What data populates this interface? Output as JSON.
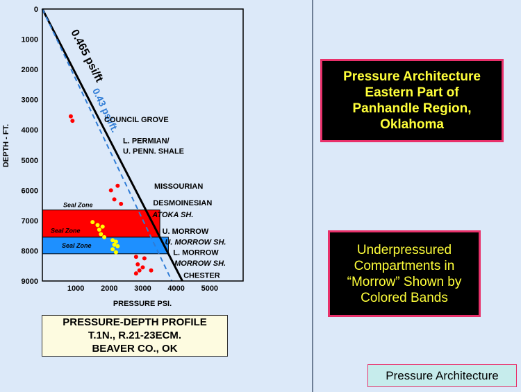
{
  "chart_data": {
    "type": "scatter",
    "xlabel": "PRESSURE PSI.",
    "ylabel": "DEPTH - FT.",
    "xlim": [
      0,
      6000
    ],
    "ylim": [
      0,
      9000
    ],
    "y_inverted": true,
    "x_ticks": [
      "1000",
      "2000",
      "3000",
      "4000",
      "5000"
    ],
    "y_ticks": [
      "0",
      "1000",
      "2000",
      "3000",
      "4000",
      "5000",
      "6000",
      "7000",
      "8000",
      "9000"
    ],
    "gradient_lines": [
      {
        "label": "0.465 psi/ft",
        "gradient": 0.465,
        "style": "solid",
        "color": "#000000"
      },
      {
        "label": "0.43 psi/ft.",
        "gradient": 0.43,
        "style": "dashed",
        "color": "#2f7cd6"
      }
    ],
    "seal_bands": [
      {
        "label": "Seal Zone",
        "depth_top": 6650,
        "depth_bottom": 7550,
        "color": "#ff0000"
      },
      {
        "label": "Seal Zone",
        "depth_top": 7550,
        "depth_bottom": 8100,
        "color": "#1e90ff"
      }
    ],
    "formations": [
      {
        "name": "COUNCIL GROVE",
        "depth": 3650,
        "italic": false
      },
      {
        "name": "L. PERMIAN/",
        "depth": 4350,
        "italic": false
      },
      {
        "name": "U. PENN. SHALE",
        "depth": 4700,
        "italic": false
      },
      {
        "name": "MISSOURIAN",
        "depth": 5850,
        "italic": false
      },
      {
        "name": "DESMOINESIAN",
        "depth": 6400,
        "italic": false
      },
      {
        "name": "ATOKA SH.",
        "depth": 6800,
        "italic": true
      },
      {
        "name": "U. MORROW",
        "depth": 7350,
        "italic": false
      },
      {
        "name": "U. MORROW SH.",
        "depth": 7700,
        "italic": true
      },
      {
        "name": "L. MORROW",
        "depth": 8050,
        "italic": false
      },
      {
        "name": "MORROW SH.",
        "depth": 8400,
        "italic": true
      },
      {
        "name": "CHESTER",
        "depth": 8800,
        "italic": false
      }
    ],
    "series": [
      {
        "color": "#ff0000",
        "points": [
          [
            850,
            3550
          ],
          [
            900,
            3700
          ],
          [
            2050,
            6000
          ],
          [
            2250,
            5850
          ],
          [
            2150,
            6300
          ],
          [
            2350,
            6450
          ],
          [
            2800,
            8200
          ],
          [
            3050,
            8250
          ],
          [
            2850,
            8450
          ],
          [
            3000,
            8550
          ],
          [
            2900,
            8650
          ],
          [
            3250,
            8650
          ],
          [
            2800,
            8750
          ]
        ]
      },
      {
        "color": "#ffff00",
        "points": [
          [
            1500,
            7050
          ],
          [
            1650,
            7150
          ],
          [
            1800,
            7200
          ],
          [
            1700,
            7300
          ],
          [
            1750,
            7450
          ],
          [
            1850,
            7550
          ],
          [
            2100,
            7650
          ],
          [
            2200,
            7700
          ],
          [
            2150,
            7800
          ],
          [
            2250,
            7850
          ],
          [
            2100,
            7950
          ],
          [
            2200,
            8050
          ]
        ]
      }
    ]
  },
  "caption": {
    "line1": "PRESSURE-DEPTH PROFILE",
    "line2": "T.1N., R.21-23ECM.",
    "line3": "BEAVER CO., OK"
  },
  "title_box": {
    "line1": "Pressure Architecture",
    "line2": "Eastern Part of",
    "line3": "Panhandle Region,",
    "line4": "Oklahoma"
  },
  "note_box": {
    "line1": "Underpressured",
    "line2": "Compartments in",
    "line3": "“Morrow” Shown by",
    "line4": "Colored Bands"
  },
  "footer_tag": "Pressure Architecture"
}
